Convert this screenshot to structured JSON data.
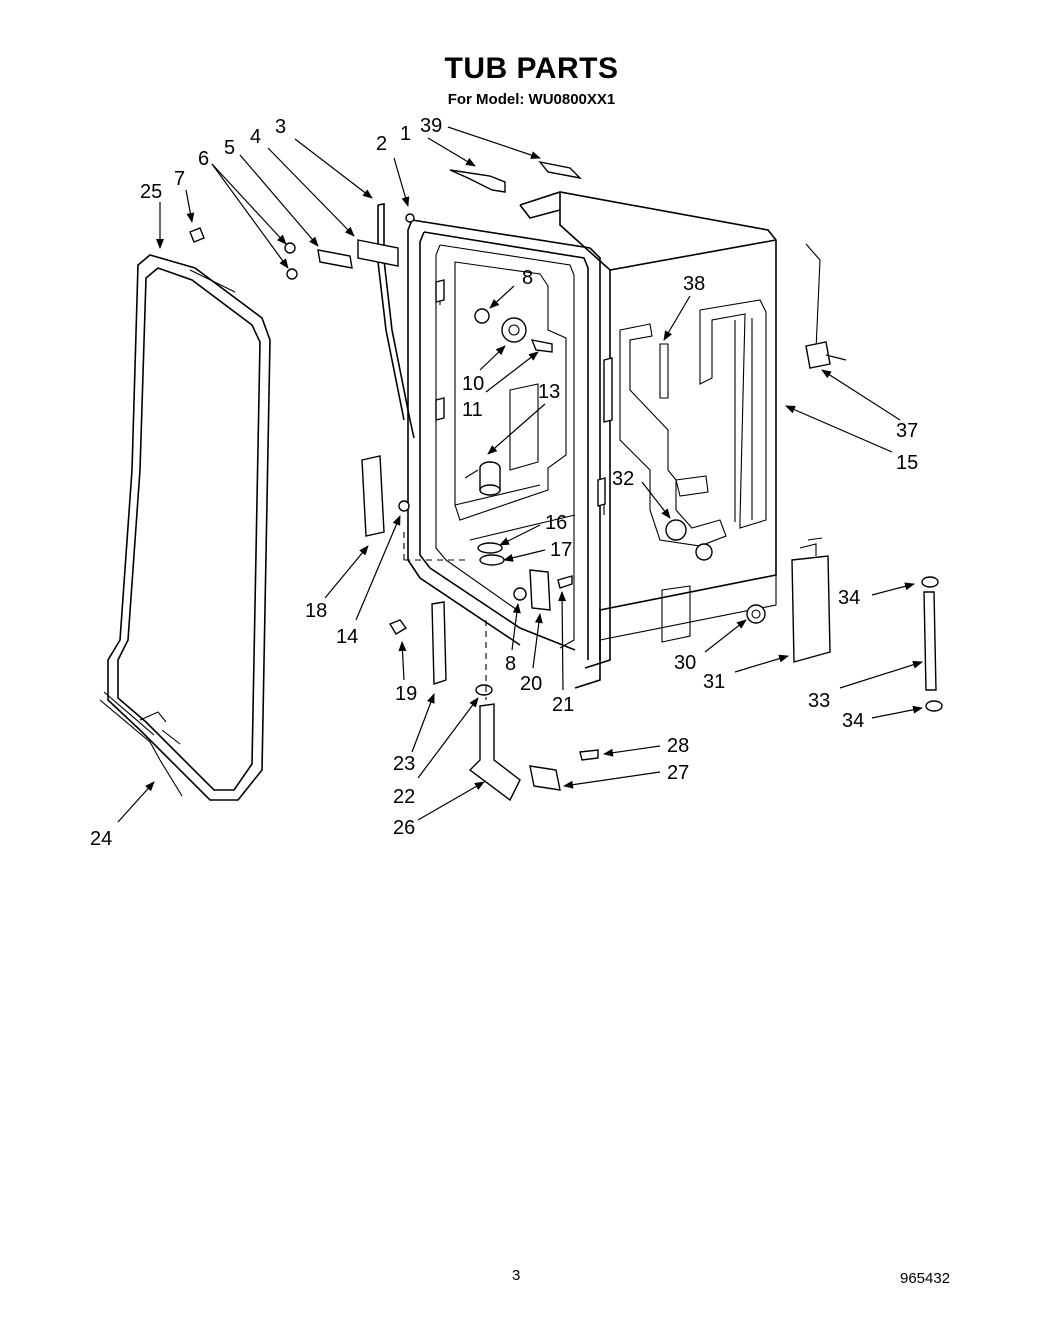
{
  "header": {
    "title": "TUB PARTS",
    "model_line": "For Model: WU0800XX1"
  },
  "footer": {
    "page_number": "3",
    "document_number": "965432"
  },
  "callouts": [
    {
      "id": "c1",
      "text": "1"
    },
    {
      "id": "c2",
      "text": "2"
    },
    {
      "id": "c3",
      "text": "3"
    },
    {
      "id": "c4",
      "text": "4"
    },
    {
      "id": "c5",
      "text": "5"
    },
    {
      "id": "c6",
      "text": "6"
    },
    {
      "id": "c7",
      "text": "7"
    },
    {
      "id": "c8a",
      "text": "8"
    },
    {
      "id": "c8b",
      "text": "8"
    },
    {
      "id": "c10",
      "text": "10"
    },
    {
      "id": "c11",
      "text": "11"
    },
    {
      "id": "c13",
      "text": "13"
    },
    {
      "id": "c14",
      "text": "14"
    },
    {
      "id": "c15",
      "text": "15"
    },
    {
      "id": "c16",
      "text": "16"
    },
    {
      "id": "c17",
      "text": "17"
    },
    {
      "id": "c18",
      "text": "18"
    },
    {
      "id": "c19",
      "text": "19"
    },
    {
      "id": "c20",
      "text": "20"
    },
    {
      "id": "c21",
      "text": "21"
    },
    {
      "id": "c22",
      "text": "22"
    },
    {
      "id": "c23",
      "text": "23"
    },
    {
      "id": "c24",
      "text": "24"
    },
    {
      "id": "c25",
      "text": "25"
    },
    {
      "id": "c26",
      "text": "26"
    },
    {
      "id": "c27",
      "text": "27"
    },
    {
      "id": "c28",
      "text": "28"
    },
    {
      "id": "c30",
      "text": "30"
    },
    {
      "id": "c31",
      "text": "31"
    },
    {
      "id": "c32",
      "text": "32"
    },
    {
      "id": "c33",
      "text": "33"
    },
    {
      "id": "c34a",
      "text": "34"
    },
    {
      "id": "c34b",
      "text": "34"
    },
    {
      "id": "c37",
      "text": "37"
    },
    {
      "id": "c38",
      "text": "38"
    },
    {
      "id": "c39",
      "text": "39"
    }
  ]
}
